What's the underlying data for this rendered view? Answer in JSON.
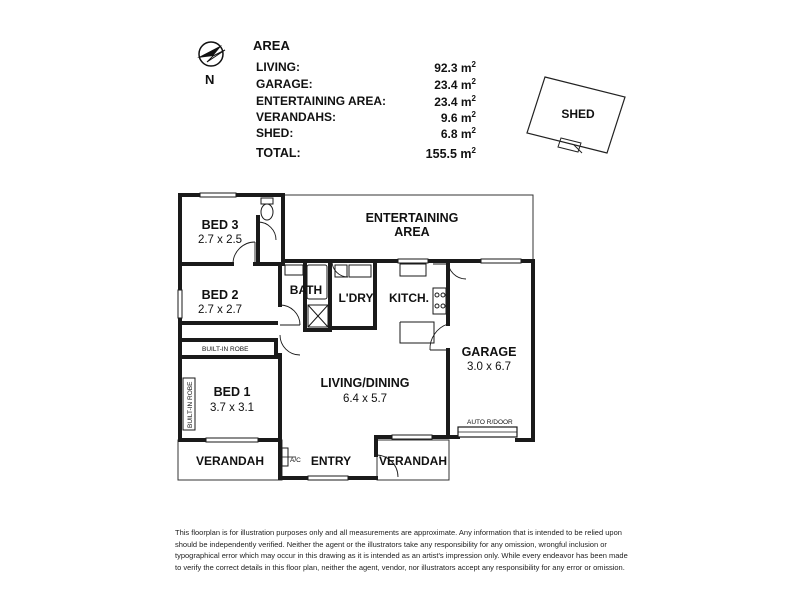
{
  "area_schedule": {
    "title": "AREA",
    "rows": [
      {
        "label": "LIVING:",
        "value": "92.3 m",
        "unit_sup": "2"
      },
      {
        "label": "GARAGE:",
        "value": "23.4 m",
        "unit_sup": "2"
      },
      {
        "label": "ENTERTAINING AREA:",
        "value": "23.4 m",
        "unit_sup": "2"
      },
      {
        "label": "VERANDAHS:",
        "value": "9.6 m",
        "unit_sup": "2"
      },
      {
        "label": "SHED:",
        "value": "6.8 m",
        "unit_sup": "2"
      }
    ],
    "total": {
      "label": "TOTAL:",
      "value": "155.5 m",
      "unit_sup": "2"
    }
  },
  "north": {
    "label": "N"
  },
  "rooms": {
    "shed": "SHED",
    "bed3": {
      "name": "BED 3",
      "dims": "2.7 x 2.5"
    },
    "bed2": {
      "name": "BED 2",
      "dims": "2.7 x 2.7"
    },
    "bed1": {
      "name": "BED 1",
      "dims": "3.7 x 3.1"
    },
    "builtin_robe_top": "BUILT-IN ROBE",
    "builtin_robe_side": "BUILT-IN ROBE",
    "entertaining": {
      "line1": "ENTERTAINING",
      "line2": "AREA"
    },
    "bath": "BATH",
    "ldry": "L'DRY",
    "kitch": "KITCH.",
    "garage": {
      "name": "GARAGE",
      "dims": "3.0 x 6.7"
    },
    "auto_door": "AUTO R/DOOR",
    "living": {
      "name": "LIVING/DINING",
      "dims": "6.4 x 5.7"
    },
    "verandah_left": "VERANDAH",
    "verandah_right": "VERANDAH",
    "entry": "ENTRY",
    "ac": "A/C"
  },
  "disclaimer": "This floorplan is for illustration purposes only and all measurements are approximate. Any information that is intended to be relied upon should be independently verified. Neither the agent or the illustrators take any responsibility for any omission, wrongful inclusion or typographical error which may occur in this drawing as it is intended as an artist's impression only. While every endeavor has been made to verify the correct details in this floor plan, neither the agent, vendor, nor illustrators accept any responsibility for any error or omission."
}
